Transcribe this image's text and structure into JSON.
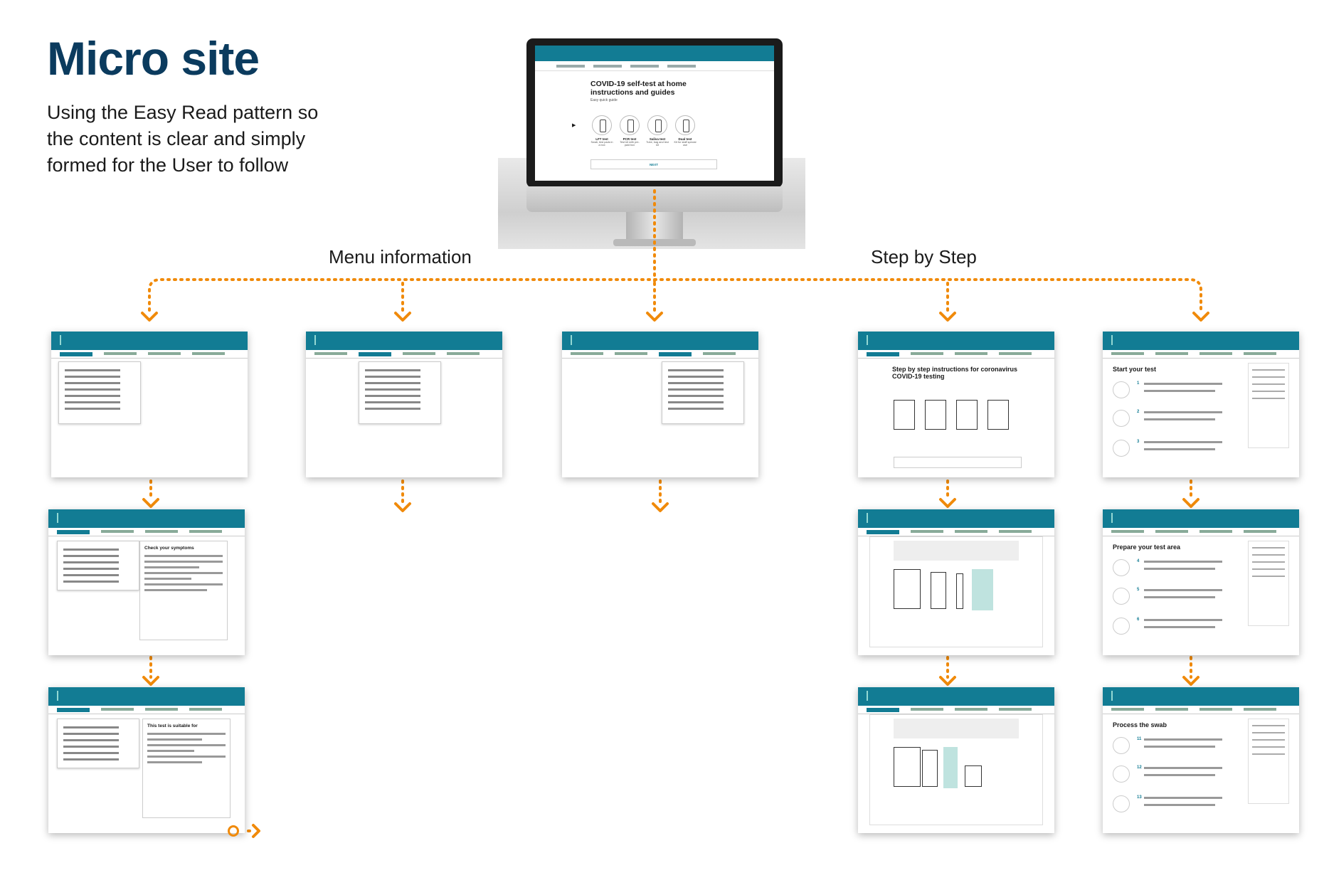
{
  "header": {
    "title": "Micro site",
    "subtitle": "Using the Easy Read pattern so the content is clear and simply formed for the User to follow"
  },
  "sections": {
    "menu_label": "Menu information",
    "step_label": "Step by Step"
  },
  "monitor_screen": {
    "heading": "COVID-19 self-test at home instructions and guides",
    "easy_read": "Easy quick guide",
    "tests": [
      {
        "name": "LFT test",
        "desc": "Swab, test pads in a box"
      },
      {
        "name": "PCR test",
        "desc": "Test kit with pre-paid box"
      },
      {
        "name": "Saliva test",
        "desc": "Tube, bag and test kit"
      },
      {
        "name": "Dual test",
        "desc": "Kit for staff special use"
      }
    ],
    "next_label": "NEXT"
  },
  "thumbnails": {
    "check_symptoms_title": "Check your symptoms",
    "suitable_title": "This test is suitable for",
    "step_intro_title": "Step by step instructions for coronavirus COVID-19 testing",
    "start_test_title": "Start your test",
    "prepare_title": "Prepare your test area",
    "process_swab_title": "Process the swab",
    "step_numbers_a": [
      "1",
      "2",
      "3"
    ],
    "step_numbers_b": [
      "4",
      "5",
      "6"
    ],
    "step_numbers_c": [
      "11",
      "12",
      "13"
    ]
  },
  "colors": {
    "brand_teal": "#127c94",
    "connector_orange": "#f08a0a",
    "title_navy": "#0b3b5e"
  }
}
